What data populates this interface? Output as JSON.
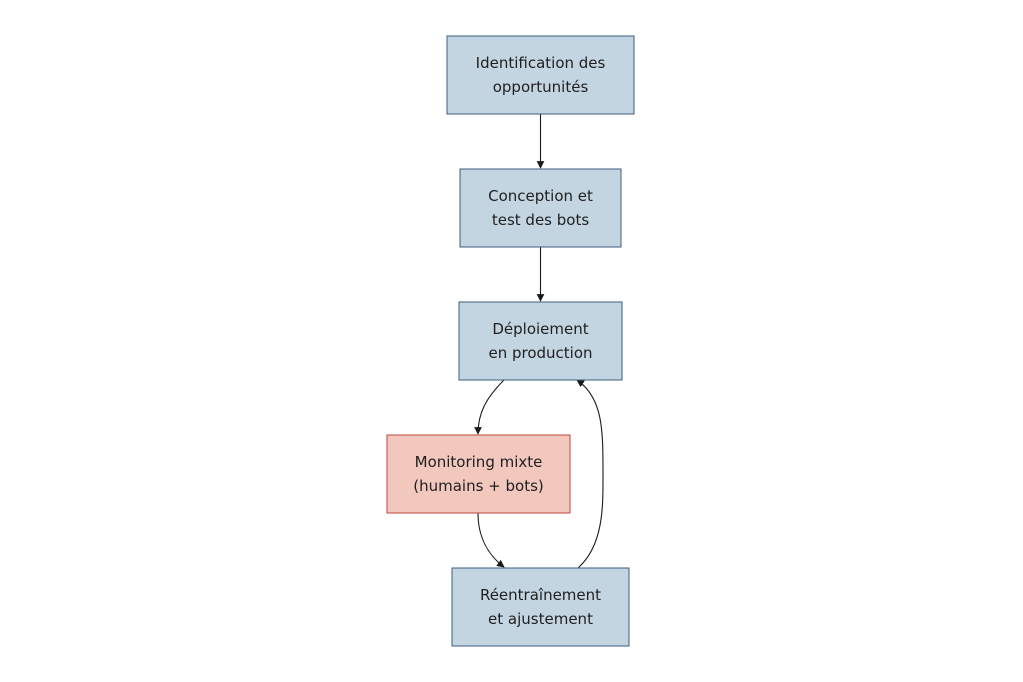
{
  "colors": {
    "default_fill": "#c3d5e1",
    "default_stroke": "#3b5f7f",
    "highlight_fill": "#f2c8be",
    "highlight_stroke": "#c0463a",
    "edge": "#1a1a1a"
  },
  "nodes": [
    {
      "id": "identification",
      "lines": [
        "Identification des",
        "opportunités"
      ],
      "style": "default"
    },
    {
      "id": "conception",
      "lines": [
        "Conception et",
        "test des bots"
      ],
      "style": "default"
    },
    {
      "id": "deploiement",
      "lines": [
        "Déploiement",
        "en production"
      ],
      "style": "default"
    },
    {
      "id": "monitoring",
      "lines": [
        "Monitoring mixte",
        "(humains + bots)"
      ],
      "style": "highlight"
    },
    {
      "id": "reentrainement",
      "lines": [
        "Réentraînement",
        "et ajustement"
      ],
      "style": "default"
    }
  ],
  "edges": [
    {
      "from": "identification",
      "to": "conception"
    },
    {
      "from": "conception",
      "to": "deploiement"
    },
    {
      "from": "deploiement",
      "to": "monitoring"
    },
    {
      "from": "monitoring",
      "to": "reentrainement"
    },
    {
      "from": "reentrainement",
      "to": "deploiement"
    }
  ]
}
